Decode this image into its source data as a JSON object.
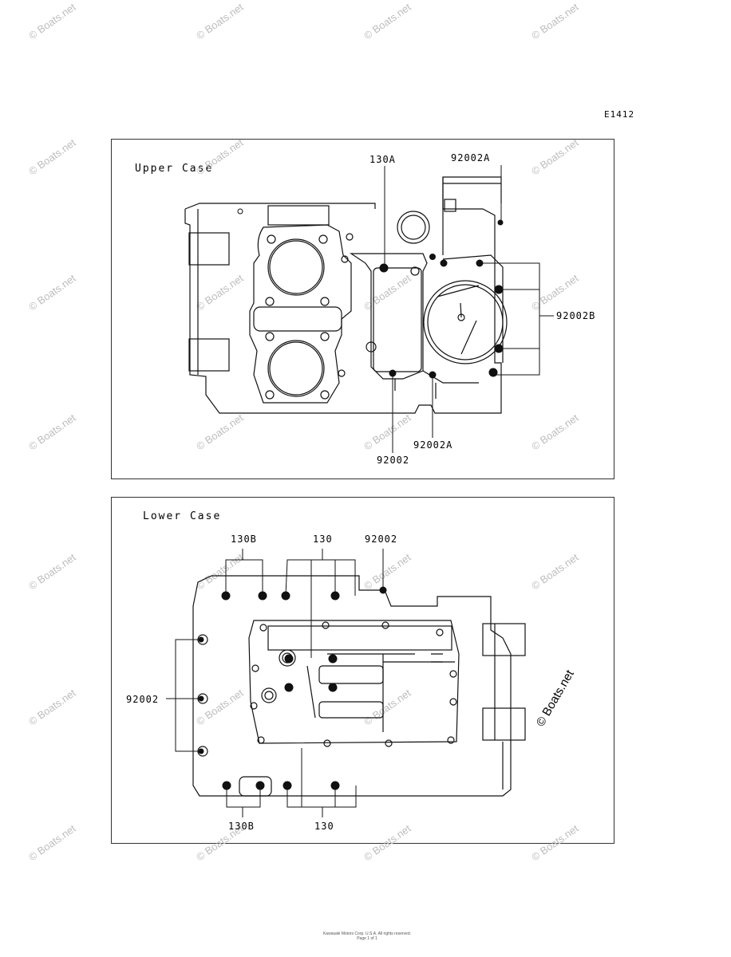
{
  "page_code": "E1412",
  "upper_case": {
    "title": "Upper Case",
    "labels": {
      "top_center": "130A",
      "top_right": "92002A",
      "right": "92002B",
      "bottom_right": "92002A",
      "bottom_center": "92002"
    }
  },
  "lower_case": {
    "title": "Lower Case",
    "labels": {
      "top_left": "130B",
      "top_center": "130",
      "top_right": "92002",
      "left": "92002",
      "bottom_left": "130B",
      "bottom_center": "130"
    }
  },
  "watermark": "© Boats.net",
  "credit": "© Boats.net",
  "footer": {
    "line1": "Kawasaki Motors Corp. U.S.A. All rights reserved.",
    "line2": "Page 1 of 1"
  }
}
